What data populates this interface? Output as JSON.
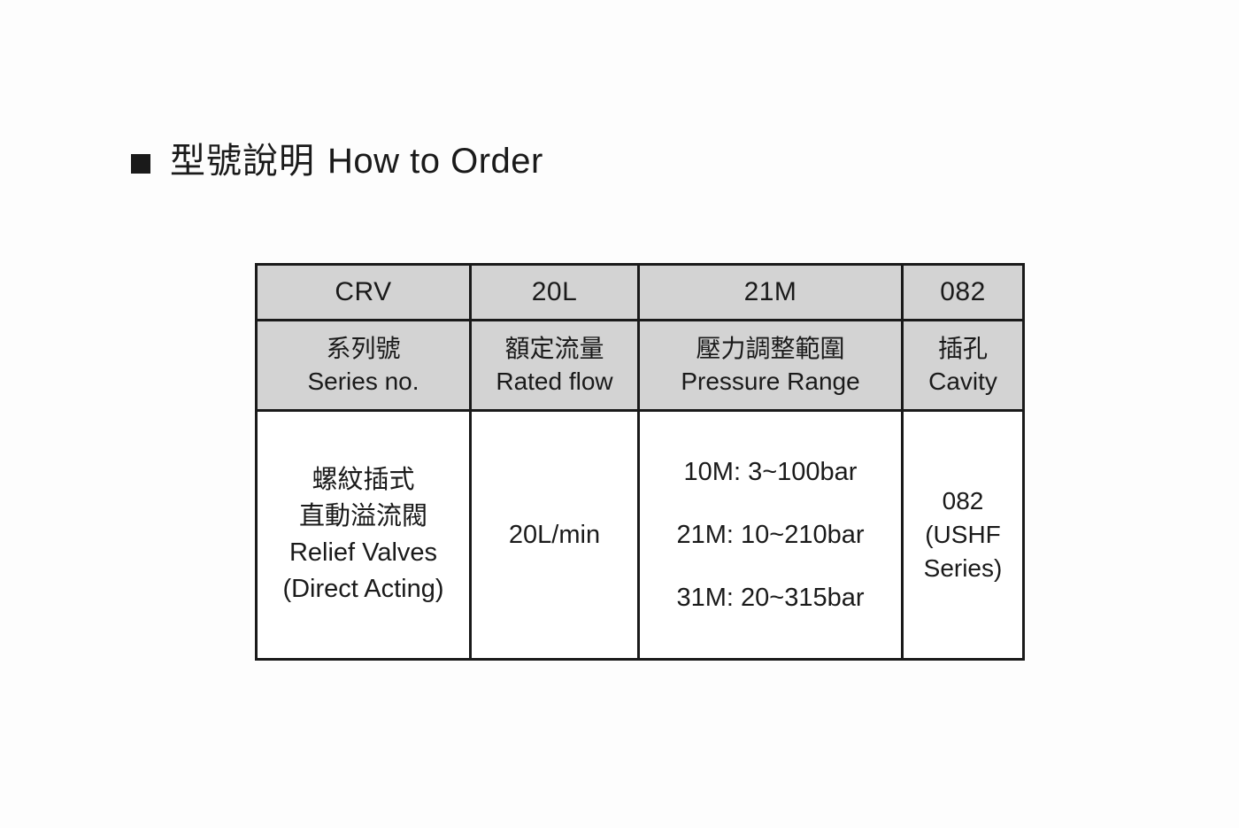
{
  "page": {
    "background_color": "#fdfdfd",
    "text_color": "#1a1a1a"
  },
  "title": {
    "bullet_icon": "filled-square-bullet",
    "cjk": "型號說明",
    "english": "How to Order",
    "full": "型號說明 How to Order"
  },
  "table": {
    "header_background": "#d3d3d3",
    "border_color": "#1a1a1a",
    "code_row": {
      "series": "CRV",
      "flow": "20L",
      "pressure": "21M",
      "cavity": "082"
    },
    "label_row": {
      "series": {
        "cjk": "系列號",
        "english": "Series no."
      },
      "flow": {
        "cjk": "額定流量",
        "english": "Rated flow"
      },
      "pressure": {
        "cjk": "壓力調整範圍",
        "english": "Pressure Range"
      },
      "cavity": {
        "cjk": "插孔",
        "english": "Cavity"
      }
    },
    "body_row": {
      "series": {
        "lines": [
          "螺紋插式",
          "直動溢流閥",
          "Relief Valves",
          "(Direct Acting)"
        ]
      },
      "flow": {
        "value": "20L/min"
      },
      "pressure": {
        "options": [
          "10M: 3~100bar",
          "21M: 10~210bar",
          "31M: 20~315bar"
        ]
      },
      "cavity": {
        "lines": [
          "082",
          "(USHF",
          "Series)"
        ]
      }
    }
  }
}
